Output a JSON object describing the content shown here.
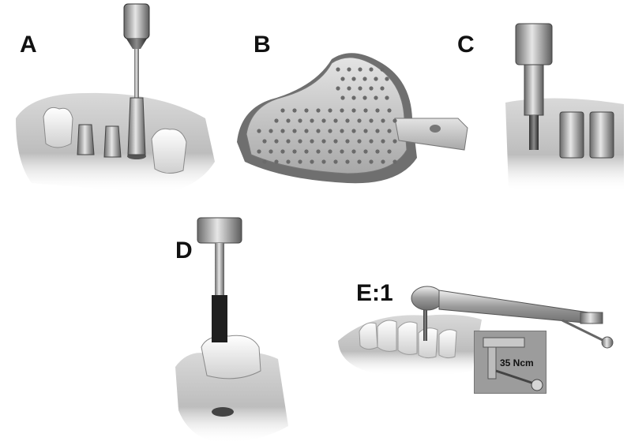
{
  "figure": {
    "panels": [
      {
        "id": "A",
        "label": "A"
      },
      {
        "id": "B",
        "label": "B"
      },
      {
        "id": "C",
        "label": "C"
      },
      {
        "id": "D",
        "label": "D"
      },
      {
        "id": "E",
        "label": "E:1"
      }
    ],
    "torque_inset": {
      "value_text": "35 Ncm"
    }
  }
}
